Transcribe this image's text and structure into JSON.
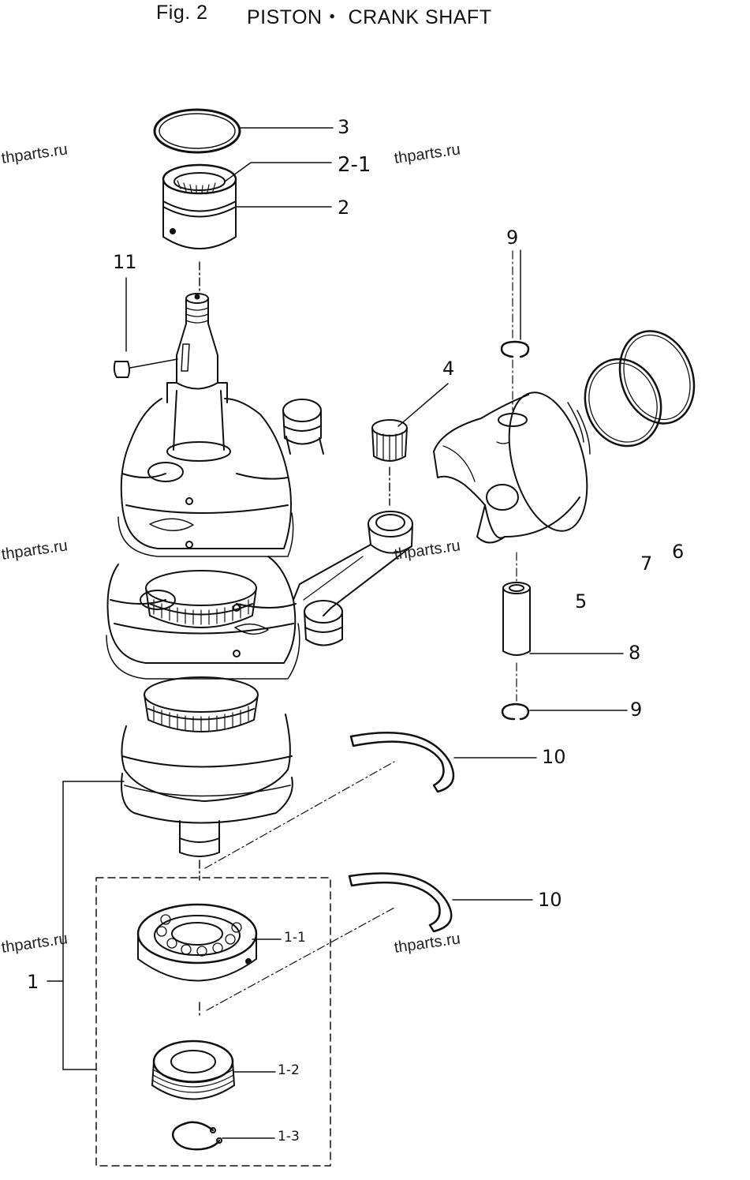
{
  "figure": {
    "number": "Fig. 2",
    "title": "PISTON・ CRANK SHAFT"
  },
  "watermark": "thparts.ru",
  "callouts": {
    "c1": "1",
    "c1_1": "1-1",
    "c1_2": "1-2",
    "c1_3": "1-3",
    "c2": "2",
    "c2_1": "2-1",
    "c3": "3",
    "c4": "4",
    "c5": "5",
    "c6": "6",
    "c7": "7",
    "c8": "8",
    "c9_top": "9",
    "c9_bottom": "9",
    "c10_top": "10",
    "c10_bottom": "10",
    "c11": "11"
  },
  "parts": [
    {
      "ref": "1",
      "name": "crankshaft-assembly"
    },
    {
      "ref": "1-1",
      "name": "ball-bearing"
    },
    {
      "ref": "1-2",
      "name": "oil-seal-housing"
    },
    {
      "ref": "1-3",
      "name": "snap-ring"
    },
    {
      "ref": "2",
      "name": "upper-bearing-housing"
    },
    {
      "ref": "2-1",
      "name": "needle-bearing"
    },
    {
      "ref": "3",
      "name": "o-ring"
    },
    {
      "ref": "4",
      "name": "small-end-needle-bearing"
    },
    {
      "ref": "5",
      "name": "piston"
    },
    {
      "ref": "6",
      "name": "piston-ring-top"
    },
    {
      "ref": "7",
      "name": "piston-ring-second"
    },
    {
      "ref": "8",
      "name": "piston-pin"
    },
    {
      "ref": "9",
      "name": "piston-pin-clip"
    },
    {
      "ref": "10",
      "name": "crankshaft-half-washer"
    },
    {
      "ref": "11",
      "name": "woodruff-key"
    }
  ]
}
